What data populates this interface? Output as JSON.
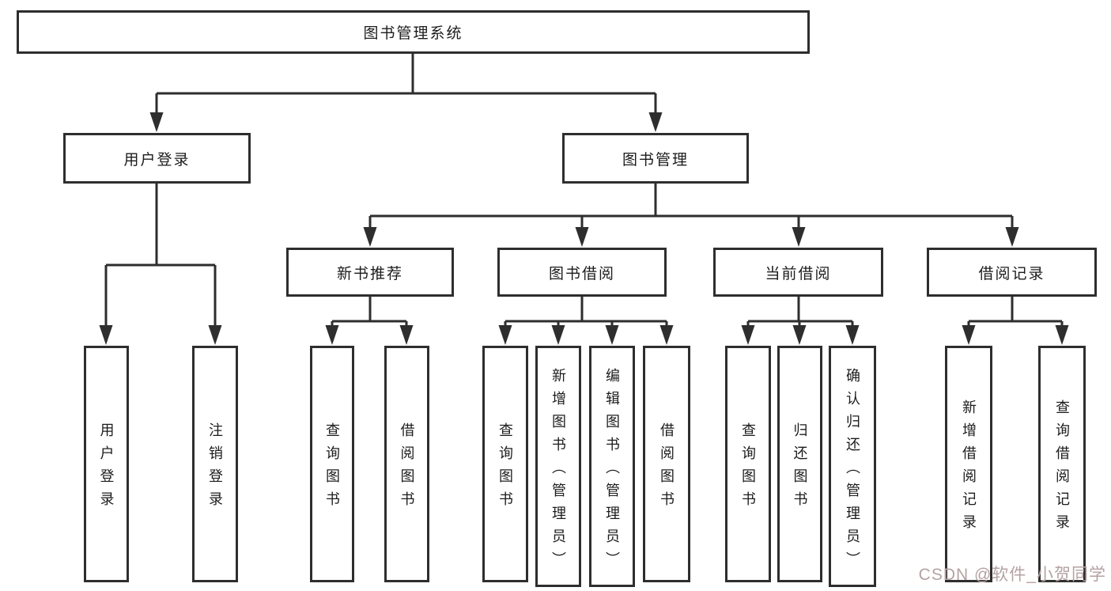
{
  "tree": {
    "label": "图书管理系统",
    "children": [
      {
        "label": "用户登录",
        "children": [
          {
            "label": "用户登录"
          },
          {
            "label": "注销登录"
          }
        ]
      },
      {
        "label": "图书管理",
        "children": [
          {
            "label": "新书推荐",
            "children": [
              {
                "label": "查询图书"
              },
              {
                "label": "借阅图书"
              }
            ]
          },
          {
            "label": "图书借阅",
            "children": [
              {
                "label": "查询图书"
              },
              {
                "label": "新增图书（管理员）"
              },
              {
                "label": "编辑图书（管理员）"
              },
              {
                "label": "借阅图书"
              }
            ]
          },
          {
            "label": "当前借阅",
            "children": [
              {
                "label": "查询图书"
              },
              {
                "label": "归还图书"
              },
              {
                "label": "确认归还（管理员）"
              }
            ]
          },
          {
            "label": "借阅记录",
            "children": [
              {
                "label": "新增借阅记录"
              },
              {
                "label": "查询借阅记录"
              }
            ]
          }
        ]
      }
    ]
  },
  "watermark": {
    "text": "CSDN @软件_小贺同学",
    "color": "#b5a2a2"
  },
  "style": {
    "line_color": "#2e2e2e",
    "box_border_color": "#2e2e2e",
    "text_color": "#1c1c1c",
    "background": "#ffffff"
  }
}
